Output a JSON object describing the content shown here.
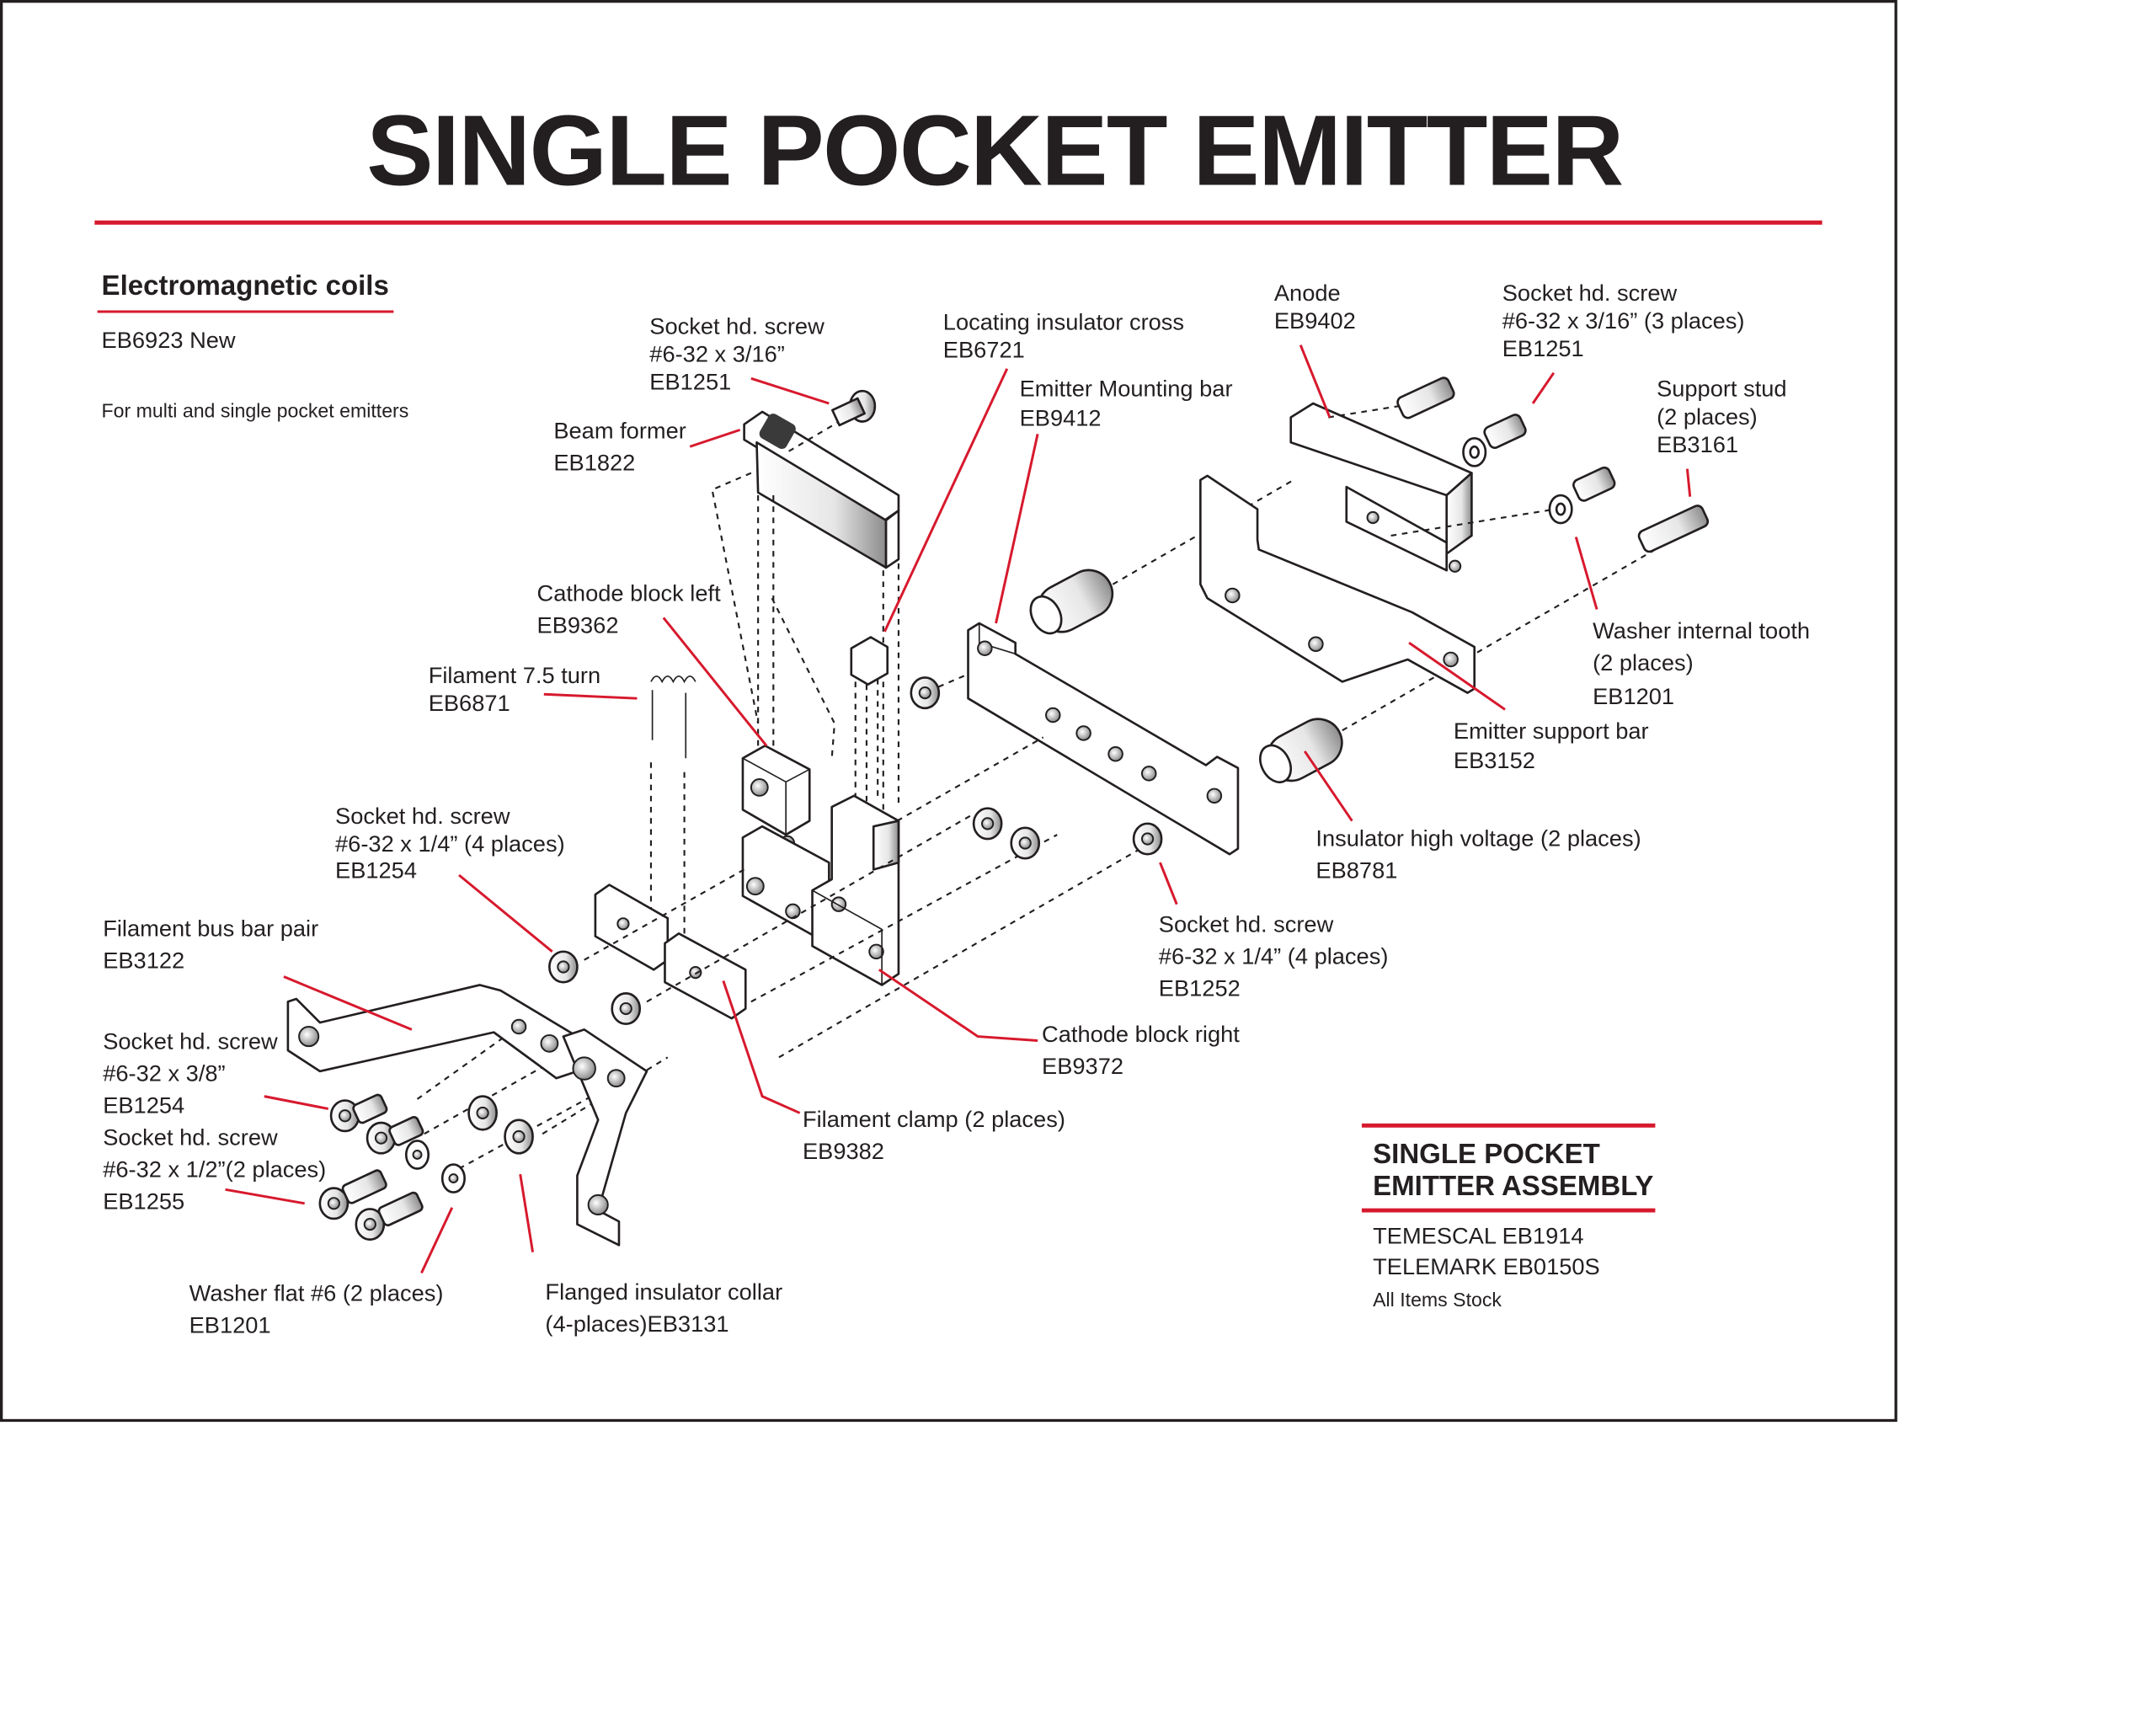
{
  "page": {
    "title": "SINGLE POCKET EMITTER",
    "accent_color": "#d7192d",
    "text_color": "#231f20"
  },
  "coils": {
    "heading": "Electromagnetic coils",
    "part": "EB6923 New",
    "note": "For multi and single pocket emitters"
  },
  "callouts": {
    "screw_beam": {
      "name": "Socket hd. screw",
      "spec": "#6-32 x 3/16”",
      "part": "EB1251"
    },
    "beam_former": {
      "name": "Beam former",
      "part": "EB1822"
    },
    "locating_cross": {
      "name": "Locating insulator cross",
      "part": "EB6721"
    },
    "mounting_bar": {
      "name": "Emitter Mounting bar",
      "part": "EB9412"
    },
    "anode": {
      "name": "Anode",
      "part": "EB9402"
    },
    "screw_anode": {
      "name": "Socket hd. screw",
      "spec": "#6-32 x 3/16” (3 places)",
      "part": "EB1251"
    },
    "support_stud": {
      "name": "Support stud",
      "spec": "(2 places)",
      "part": "EB3161"
    },
    "washer_tooth": {
      "name": "Washer internal tooth",
      "spec": "(2 places)",
      "part": "EB1201"
    },
    "support_bar": {
      "name": "Emitter support bar",
      "part": "EB3152"
    },
    "insulator_hv": {
      "name": "Insulator high voltage (2 places)",
      "part": "EB8781"
    },
    "cathode_left": {
      "name": "Cathode block left",
      "part": "EB9362"
    },
    "filament": {
      "name": "Filament 7.5 turn",
      "part": "EB6871"
    },
    "screw_quarter": {
      "name": "Socket hd. screw",
      "spec": "#6-32 x 1/4” (4 places)",
      "part": "EB1254"
    },
    "bus_bar": {
      "name": "Filament bus bar pair",
      "part": "EB3122"
    },
    "screw_3_8": {
      "name": "Socket hd. screw",
      "spec": "#6-32 x 3/8”",
      "part": "EB1254"
    },
    "screw_half": {
      "name": "Socket hd. screw",
      "spec": "#6-32 x 1/2”(2 places)",
      "part": "EB1255"
    },
    "screw_1252": {
      "name": "Socket hd. screw",
      "spec": "#6-32 x 1/4” (4 places)",
      "part": "EB1252"
    },
    "cathode_right": {
      "name": "Cathode block right",
      "part": "EB9372"
    },
    "filament_clamp": {
      "name": "Filament clamp (2 places)",
      "part": "EB9382"
    },
    "washer_flat": {
      "name": "Washer flat #6 (2 places)",
      "part": "EB1201"
    },
    "collar": {
      "name": "Flanged insulator collar",
      "spec": "(4-places)EB3131"
    }
  },
  "assembly_box": {
    "title_line1": "SINGLE POCKET",
    "title_line2": "EMITTER ASSEMBLY",
    "temescal": "TEMESCAL EB1914",
    "telemark": "TELEMARK EB0150S",
    "stock": "All Items Stock"
  }
}
